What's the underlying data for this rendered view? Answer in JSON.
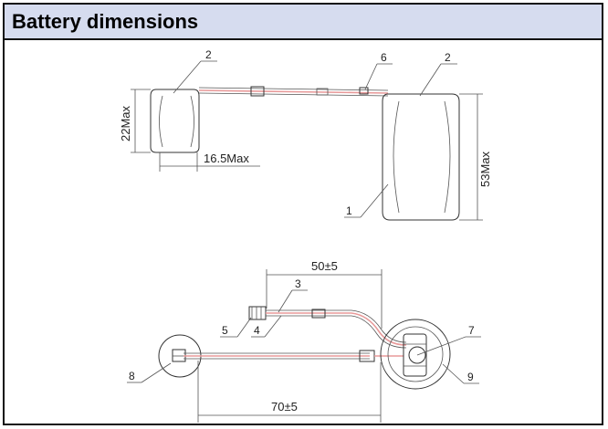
{
  "header": {
    "title": "Battery dimensions"
  },
  "dimensions": {
    "height_small": "22Max",
    "width_small": "16.5Max",
    "height_large": "53Max",
    "lead_top": "50±5",
    "lead_bottom": "70±5"
  },
  "callouts": [
    "1",
    "2",
    "2",
    "3",
    "4",
    "5",
    "6",
    "7",
    "8",
    "9"
  ],
  "colors": {
    "header_bg": "#d6dcef",
    "wire": "#e89a9a",
    "line": "#333333"
  }
}
